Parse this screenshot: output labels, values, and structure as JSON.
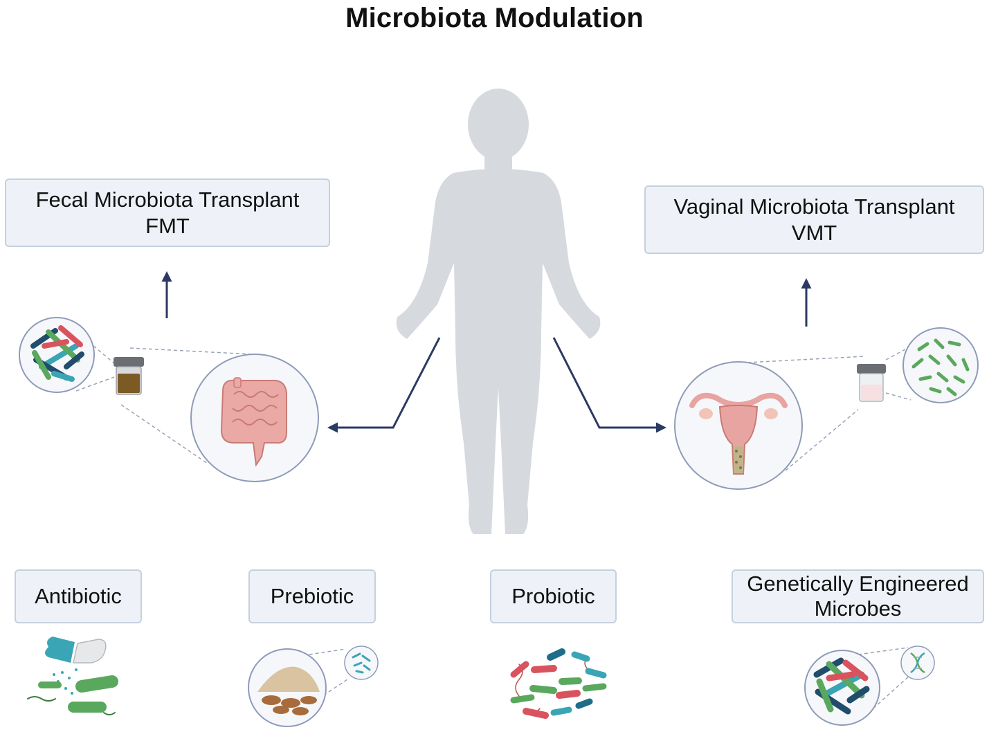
{
  "title": "Microbiota Modulation",
  "boxes": {
    "fmt": {
      "line1": "Fecal Microbiota Transplant",
      "line2": "FMT"
    },
    "vmt": {
      "line1": "Vaginal Microbiota Transplant",
      "line2": "VMT"
    },
    "antibiotic": {
      "label": "Antibiotic"
    },
    "prebiotic": {
      "label": "Prebiotic"
    },
    "probiotic": {
      "label": "Probiotic"
    },
    "gem": {
      "line1": "Genetically Engineered",
      "line2": "Microbes"
    }
  },
  "colors": {
    "silhouette": "#d6d9dd",
    "arrow": "#2b3a63",
    "box_fill": "#eef2f8",
    "box_border": "#c5d0df",
    "circle_border": "#8e9bb8",
    "intestine": "#eaa9a4",
    "uterus": "#e8a4a0",
    "bacteria_green": "#5aa85e",
    "bacteria_teal": "#3aa5b5",
    "bacteria_red": "#d9535e",
    "bacteria_navy": "#1f4d6b"
  }
}
